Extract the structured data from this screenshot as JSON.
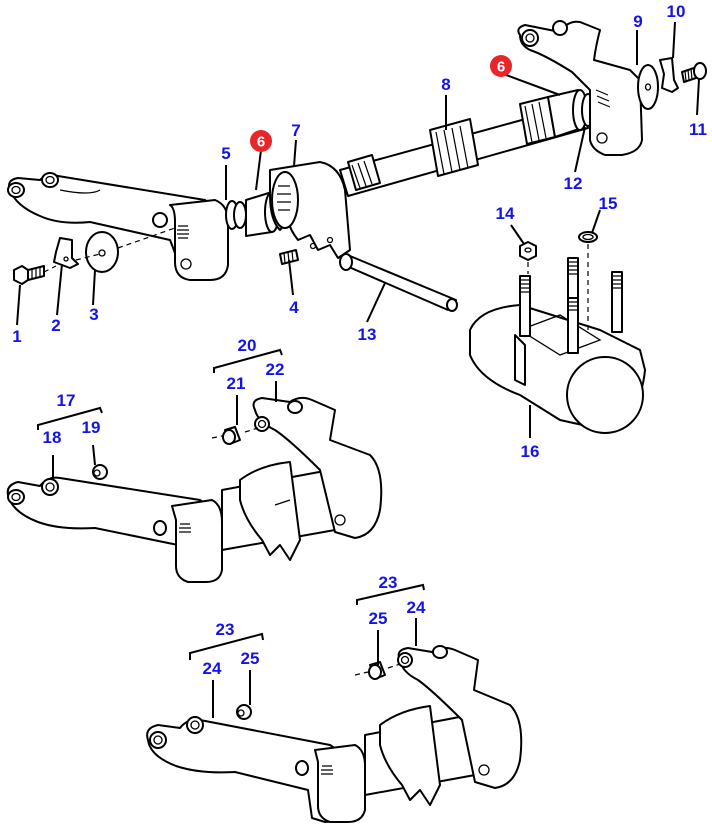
{
  "diagram": {
    "title": "Gearshift mechanism exploded parts view",
    "colors": {
      "callout": "#1414e6",
      "highlight_badge": "#e8262a",
      "line_art": "#000000",
      "background": "#ffffff"
    },
    "callouts": {
      "c1": "1",
      "c2": "2",
      "c3": "3",
      "c4": "4",
      "c5": "5",
      "c6a": "6",
      "c6b": "6",
      "c7": "7",
      "c8": "8",
      "c9": "9",
      "c10": "10",
      "c11": "11",
      "c12": "12",
      "c13": "13",
      "c14": "14",
      "c15": "15",
      "c16": "16",
      "c17": "17",
      "c18": "18",
      "c19": "19",
      "c20": "20",
      "c21": "21",
      "c22": "22",
      "c23a": "23",
      "c23b": "23",
      "c24a": "24",
      "c24b": "24",
      "c25a": "25",
      "c25b": "25"
    },
    "highlighted_parts": [
      "6"
    ],
    "groups": [
      {
        "group": "17",
        "members": [
          "18",
          "19"
        ]
      },
      {
        "group": "20",
        "members": [
          "21",
          "22"
        ]
      },
      {
        "group": "23",
        "members": [
          "24",
          "25"
        ]
      }
    ]
  }
}
